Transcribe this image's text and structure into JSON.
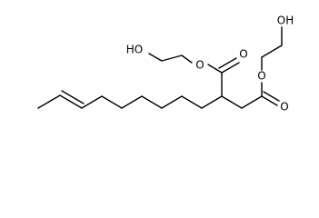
{
  "atoms": {
    "oxygen_symbol": "O",
    "hydroxyl_left": "HO",
    "hydroxyl_right": "OH"
  }
}
